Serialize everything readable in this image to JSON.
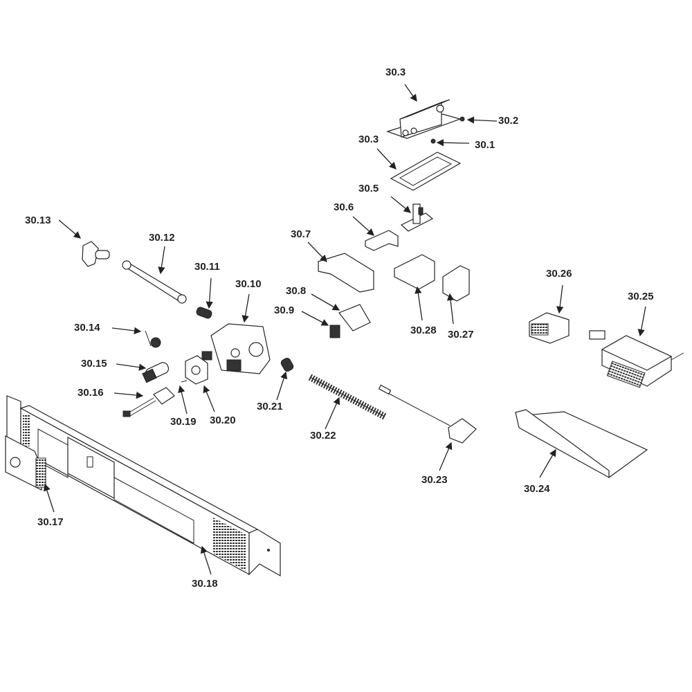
{
  "diagram": {
    "type": "exploded-parts-diagram",
    "labels": {
      "l30_3a": "30.3",
      "l30_2": "30.2",
      "l30_1": "30.1",
      "l30_3b": "30.3",
      "l30_5": "30.5",
      "l30_6": "30.6",
      "l30_7": "30.7",
      "l30_8": "30.8",
      "l30_9": "30.9",
      "l30_10": "30.10",
      "l30_11": "30.11",
      "l30_12": "30.12",
      "l30_13": "30.13",
      "l30_14": "30.14",
      "l30_15": "30.15",
      "l30_16": "30.16",
      "l30_17": "30.17",
      "l30_18": "30.18",
      "l30_19": "30.19",
      "l30_20": "30.20",
      "l30_21": "30.21",
      "l30_22": "30.22",
      "l30_23": "30.23",
      "l30_24": "30.24",
      "l30_25": "30.25",
      "l30_26": "30.26",
      "l30_27": "30.27",
      "l30_28": "30.28"
    }
  }
}
